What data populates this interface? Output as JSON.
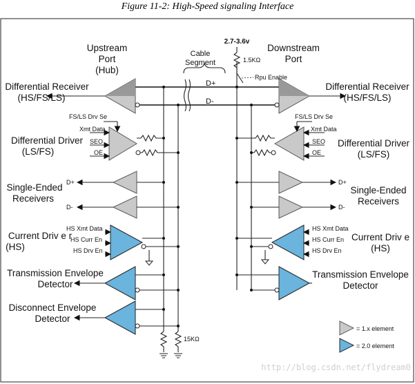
{
  "figure_title": "Figure 11-2: High-Speed signaling Interface",
  "upstream": {
    "line1": "Upstream",
    "line2": "Port",
    "line3": "(Hub)"
  },
  "downstream": {
    "line1": "Downstream",
    "line2": "Port"
  },
  "cable": {
    "line1": "Cable",
    "line2": "Segment"
  },
  "supply": "2.7-3.6v",
  "pullup_resistor": "1.5KΩ",
  "rpu_enable": "Rpu Enable",
  "pulldown_resistor": "15KΩ",
  "dplus": "D+",
  "dminus": "D-",
  "left_blocks": {
    "diff_receiver": {
      "line1": "Differential Receiver",
      "line2": "(HS/FS/LS)"
    },
    "diff_driver": {
      "line1": "Differential Driver",
      "line2": "(LS/FS)"
    },
    "single_ended": {
      "line1": "Single-Ended",
      "line2": "Receivers"
    },
    "current_driver": {
      "line1": "Current Driv e r",
      "line2": "(HS)"
    },
    "transmission": {
      "line1": "Transmission Envelope",
      "line2": "Detector"
    },
    "disconnect": {
      "line1": "Disconnect Envelope",
      "line2": "Detector"
    }
  },
  "right_blocks": {
    "diff_receiver": {
      "line1": "Differential Receiver",
      "line2": "(HS/FS/LS)"
    },
    "diff_driver": {
      "line1": "Differential Driver",
      "line2": "(LS/FS)"
    },
    "single_ended": {
      "line1": "Single-Ended",
      "line2": "Receivers"
    },
    "current_driver": {
      "line1": "Current Driv e",
      "line2": "(HS)"
    },
    "transmission": {
      "line1": "Transmission Envelope",
      "line2": "Detector"
    }
  },
  "signals": {
    "fsls_drv_se": "FS/LS Drv Se",
    "xmt_data": "Xmt Data",
    "seo": "SEO",
    "oe": "OE",
    "hs_xmt_data": "HS Xmt Data",
    "hs_curr_en": "HS Curr En",
    "hs_drv_en": "HS Drv En"
  },
  "legend": {
    "gray_label": "= 1.x element",
    "blue_label": "= 2.0 element",
    "gray_color": "#c9c9c9",
    "blue_color": "#6ab4dd"
  },
  "watermark": "http://blog.csdn.net/flydream0"
}
